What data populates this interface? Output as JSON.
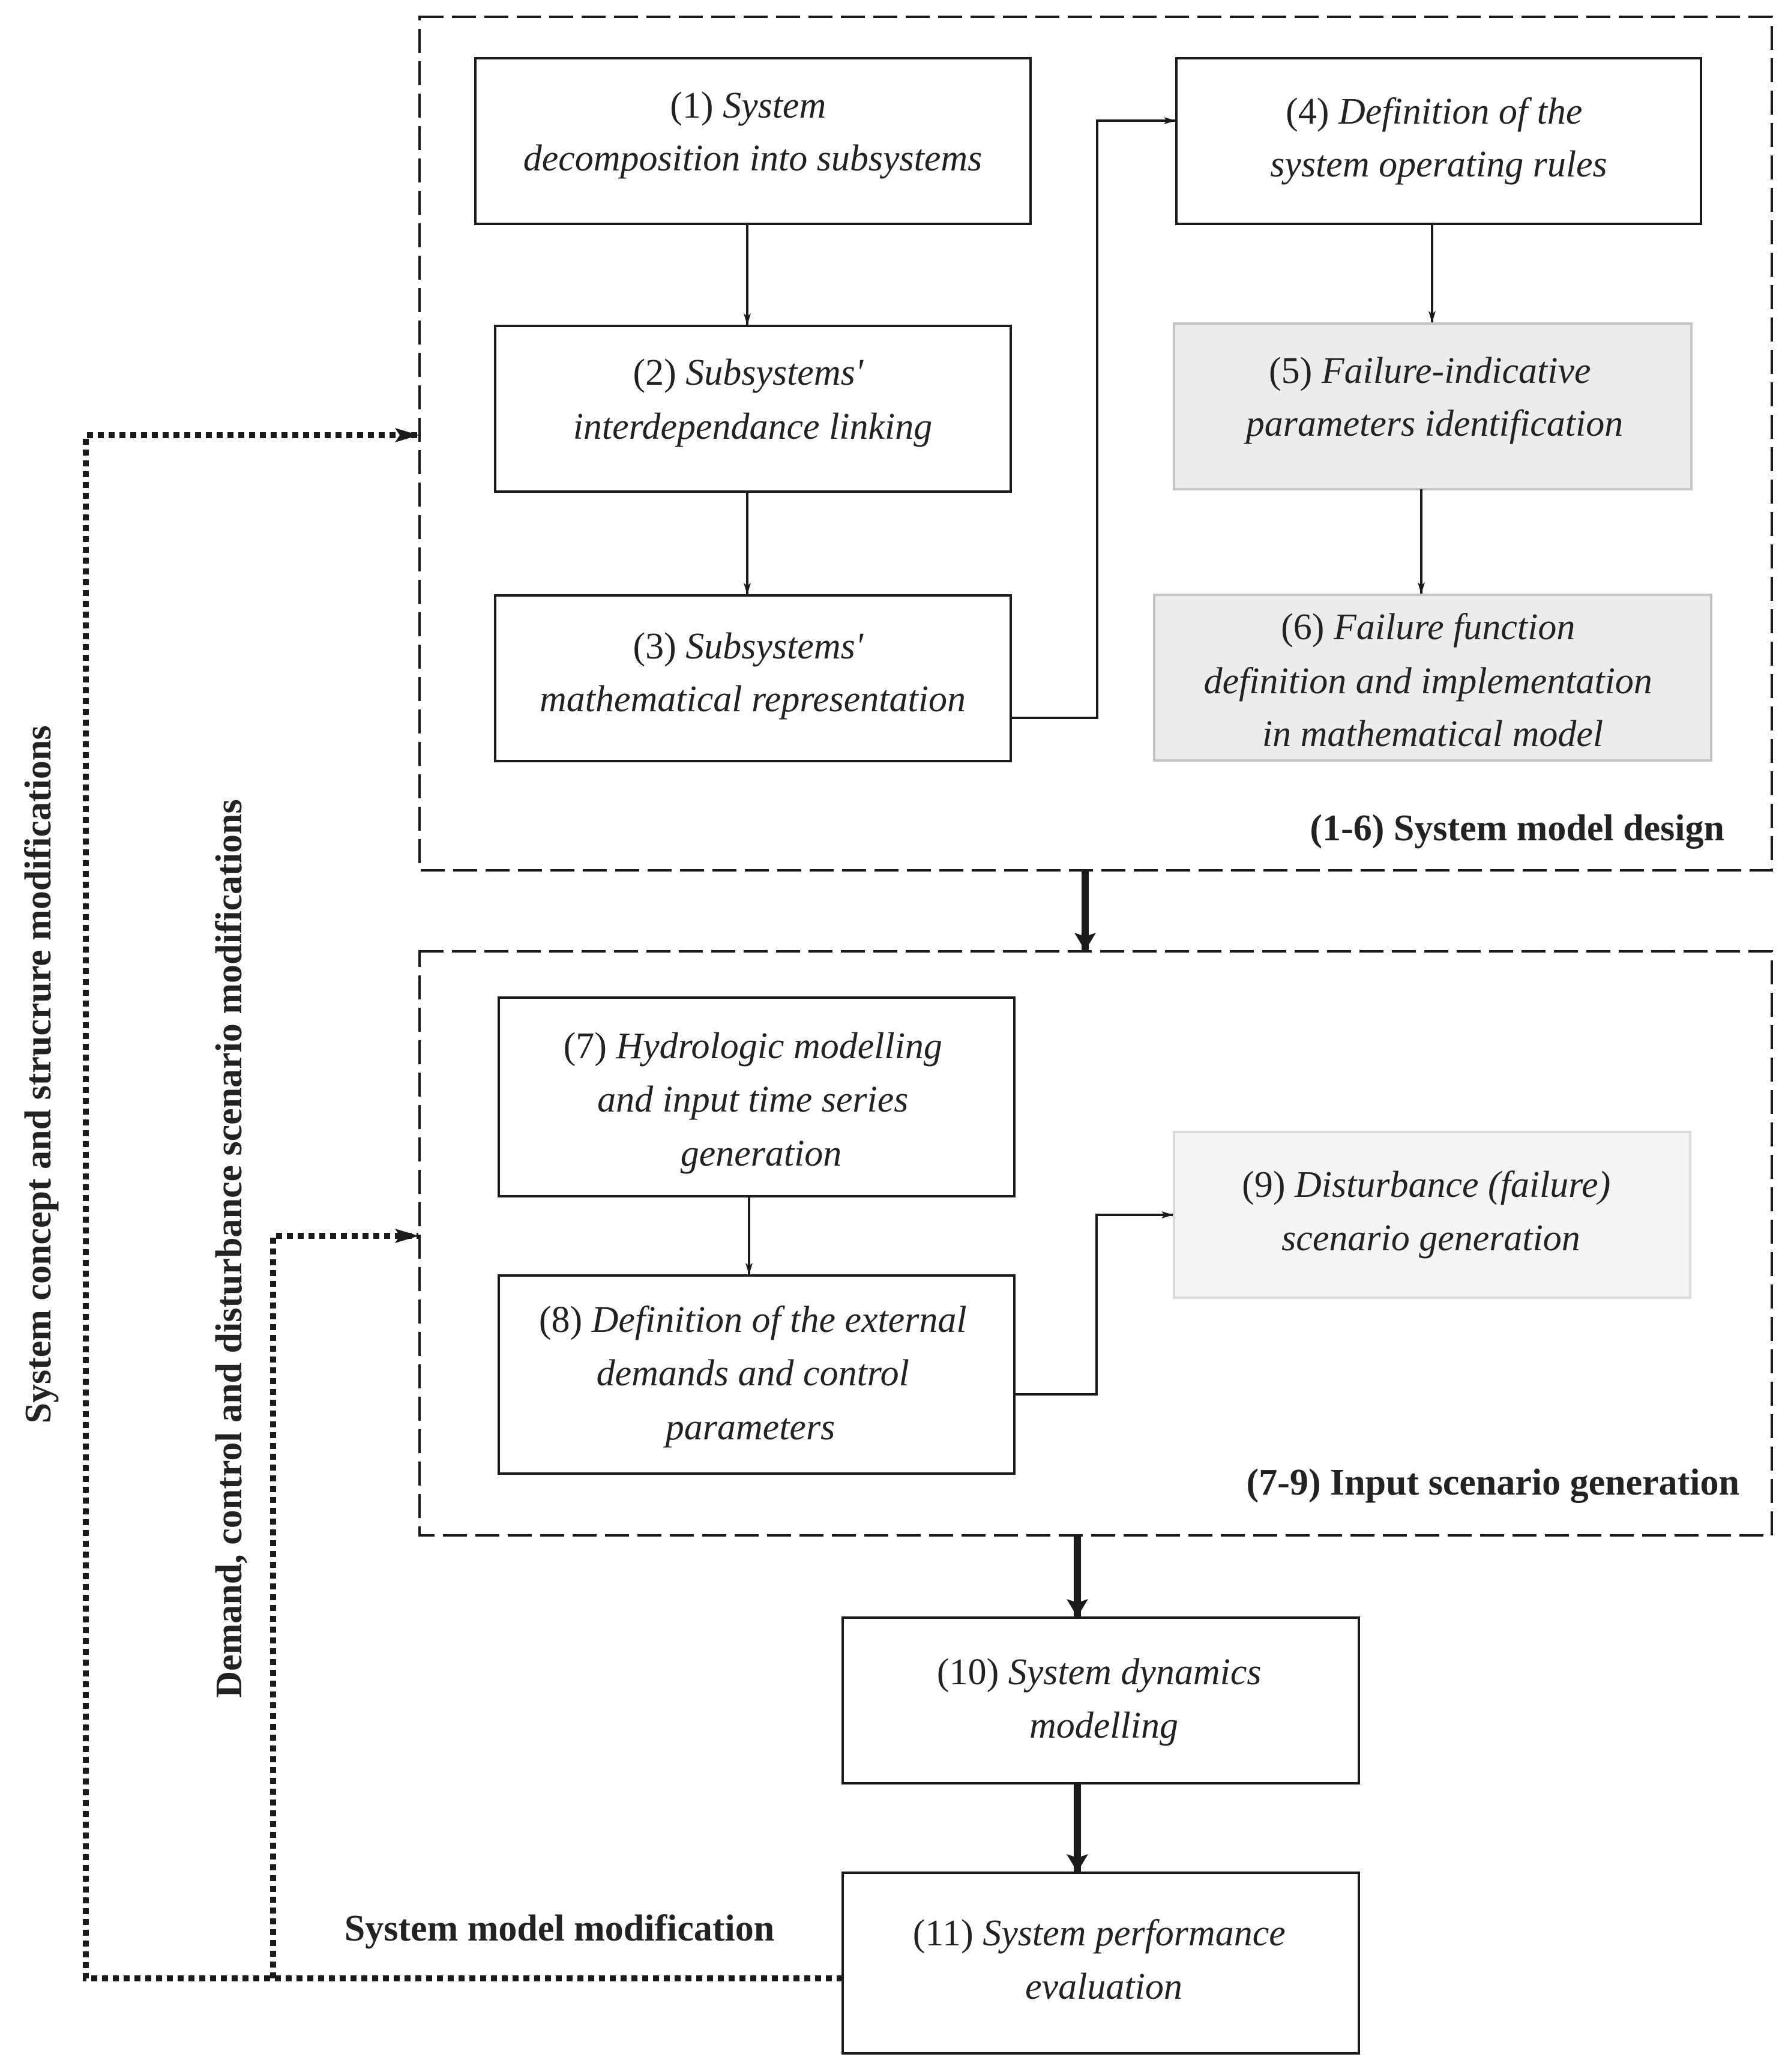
{
  "groups": {
    "design": {
      "label": "(1-6) System model design"
    },
    "input": {
      "label": "(7-9) Input scenario generation"
    }
  },
  "boxes": {
    "b1": {
      "num": "(1)",
      "lines": [
        "System",
        "decomposition into subsystems"
      ]
    },
    "b2": {
      "num": "(2)",
      "lines": [
        "Subsystems'",
        "interdependance linking"
      ]
    },
    "b3": {
      "num": "(3)",
      "lines": [
        "Subsystems'",
        "mathematical representation"
      ]
    },
    "b4": {
      "num": "(4)",
      "lines": [
        "Definition of the",
        "system operating rules"
      ]
    },
    "b5": {
      "num": "(5)",
      "lines": [
        "Failure-indicative",
        "parameters identification"
      ]
    },
    "b6": {
      "num": "(6)",
      "lines": [
        "Failure function",
        "definition and implementation",
        "in mathematical model"
      ]
    },
    "b7": {
      "num": "(7)",
      "lines": [
        "Hydrologic modelling",
        "and input time series",
        "generation"
      ]
    },
    "b8": {
      "num": "(8)",
      "lines": [
        "Definition of the external",
        "demands and control",
        "parameters"
      ]
    },
    "b9": {
      "num": "(9)",
      "lines": [
        "Disturbance (failure)",
        "scenario generation"
      ]
    },
    "b10": {
      "num": "(10)",
      "lines": [
        "System dynamics",
        "modelling"
      ]
    },
    "b11": {
      "num": "(11)",
      "lines": [
        "System performance",
        "evaluation"
      ]
    }
  },
  "side_labels": {
    "outer": "System concept and strucrure modifications",
    "inner": "Demand, control and disturbance scenario modifications",
    "bottom": "System model modification"
  },
  "colors": {
    "shaded_box": "#ececec",
    "light_box": "#f4f4f4",
    "stroke": "#1a1a1a"
  }
}
